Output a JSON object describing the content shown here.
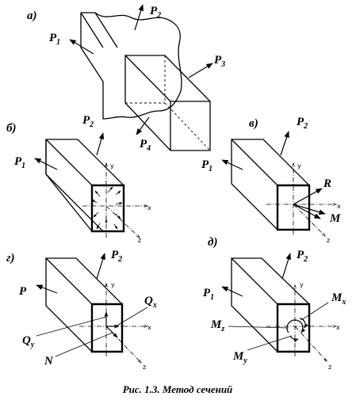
{
  "panels": {
    "a": {
      "label": "а)"
    },
    "b": {
      "label": "б)"
    },
    "v": {
      "label": "в)"
    },
    "g": {
      "label": "г)"
    },
    "d": {
      "label": "д)"
    }
  },
  "forces": {
    "p": "P",
    "p1_main": "P",
    "p1_sub": "1",
    "p2_main": "P",
    "p2_sub": "2",
    "p3_main": "P",
    "p3_sub": "3",
    "p4_main": "P",
    "p4_sub": "4"
  },
  "resultants": {
    "R": "R",
    "M": "M",
    "N": "N",
    "Q_main": "Q",
    "Qx_sub": "x",
    "Qy_sub": "y",
    "M_main": "M",
    "Mx_sub": "x",
    "My_sub": "y",
    "Mz_sub": "z"
  },
  "axes": {
    "x": "x",
    "y": "y",
    "z": "z"
  },
  "caption": "Рис. 1.3. Метод сечений"
}
